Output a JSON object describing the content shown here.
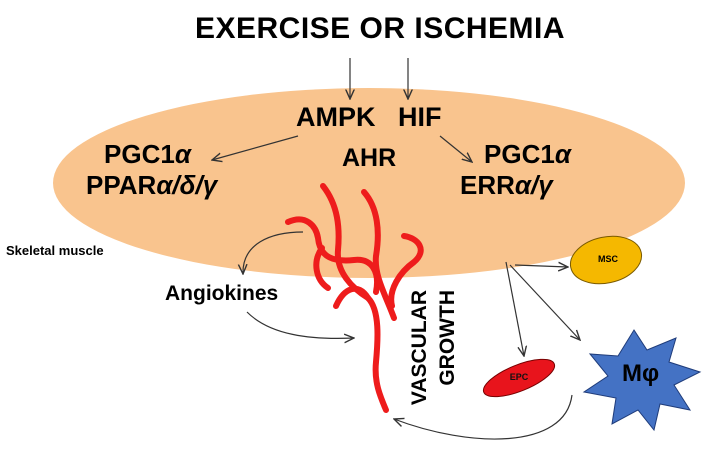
{
  "title": "EXERCISE OR ISCHEMIA",
  "muscle": {
    "label": "Skeletal muscle",
    "ampk": "AMPK",
    "hif": "HIF",
    "ahr": "AHR",
    "left_pgc": "PGC1",
    "left_pgc_greek": "α",
    "left_ppar": "PPAR",
    "left_ppar_greek": "α/δ/γ",
    "right_pgc": "PGC1",
    "right_pgc_greek": "α",
    "right_err": "ERR",
    "right_err_greek": "α/γ"
  },
  "angiokines": "Angiokines",
  "vascular_growth": {
    "line1": "VASCULAR",
    "line2": "GROWTH"
  },
  "cells": {
    "msc": "MSC",
    "epc": "EPC",
    "macrophage": "Mφ"
  },
  "colors": {
    "muscle_fill": "#f9c48e",
    "vessel": "#ee1c1c",
    "msc_fill": "#f5b800",
    "epc_fill": "#e8141c",
    "macrophage_fill": "#4472c4",
    "arrow": "#333333"
  }
}
